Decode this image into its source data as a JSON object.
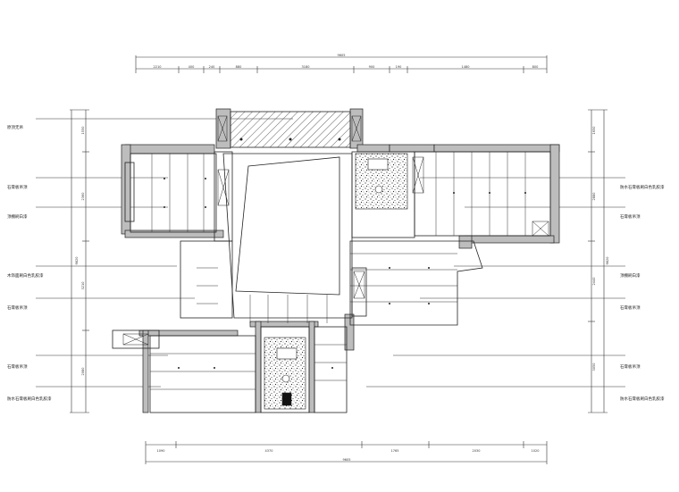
{
  "plan": {
    "top_dims": {
      "overall": "9605",
      "segments": [
        "2210",
        "400",
        "240",
        "880",
        "3180",
        "900",
        "190",
        "1480",
        "800"
      ]
    },
    "bottom_dims": {
      "overall": "9605",
      "segments": [
        "1090",
        "4370",
        "1765",
        "2030",
        "1020"
      ]
    },
    "left_dims": {
      "overall": "9820",
      "segments": [
        "1550",
        "2360",
        "3210",
        "2080"
      ]
    },
    "right_dims": {
      "overall": "9820",
      "segments": [
        "1650",
        "2880",
        "2440",
        "3050"
      ]
    },
    "left_labels": [
      "原顶无吊",
      "石膏板吊顶",
      "顶棚刷白漆",
      "木饰面刷白色乳胶漆",
      "石膏板吊顶",
      "石膏板吊顶",
      "防水石膏板刷白色乳胶漆"
    ],
    "right_labels": [
      "防水石膏板刷白色乳胶漆",
      "石膏板吊顶",
      "顶棚刷白漆",
      "石膏板吊顶",
      "石膏板吊顶",
      "防水石膏板刷白色乳胶漆"
    ]
  }
}
